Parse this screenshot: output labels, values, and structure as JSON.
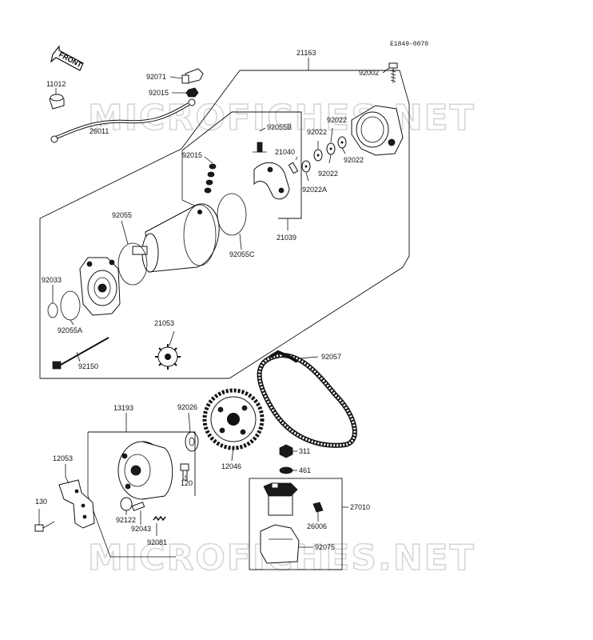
{
  "diagram_code": "E1849-0070",
  "watermark": "MICROFICHES.NET",
  "front_arrow_text": "FRONT",
  "labels": {
    "p21163": "21163",
    "p92002": "92002",
    "p92071": "92071",
    "p92015a": "92015",
    "p11012": "11012",
    "p26011": "26011",
    "p92055b": "92055B",
    "p92022a": "92022",
    "p92022b": "92022",
    "p92022c": "92022",
    "p92022d": "92022",
    "p92022A": "92022A",
    "p21040": "21040",
    "p92015b": "92015",
    "p92055": "92055",
    "p92055c": "92055C",
    "p21039": "21039",
    "p92033": "92033",
    "p92055a": "92055A",
    "p21053": "21053",
    "p92150": "92150",
    "p92057": "92057",
    "p13193": "13193",
    "p92026": "92026",
    "p12046": "12046",
    "p311": "311",
    "p461": "461",
    "p12053": "12053",
    "p120": "120",
    "p130": "130",
    "p92122": "92122",
    "p92043": "92043",
    "p92081": "92081",
    "p27010": "27010",
    "p26006": "26006",
    "p92075": "92075"
  }
}
